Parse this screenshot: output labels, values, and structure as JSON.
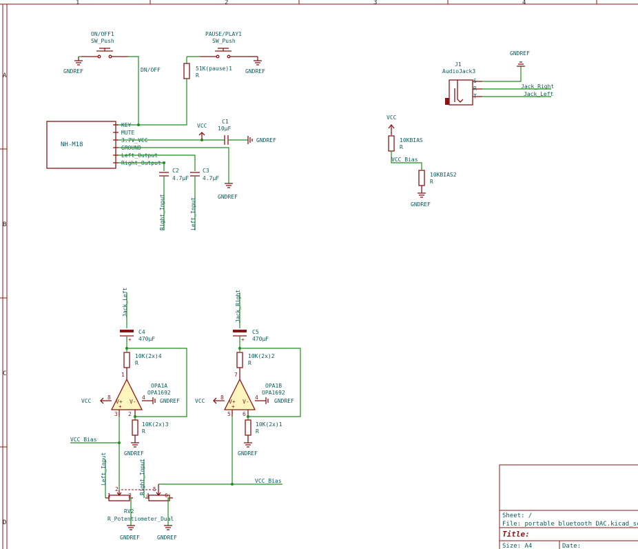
{
  "frame": {
    "columns": [
      "1",
      "2",
      "3",
      "4"
    ],
    "rows": [
      "A",
      "B",
      "C",
      "D"
    ]
  },
  "components": {
    "sw1": {
      "ref": "ON/OFF1",
      "value": "SW_Push"
    },
    "sw2": {
      "ref": "PAUSE/PLAY1",
      "value": "SW_Push"
    },
    "r_pause": {
      "ref": "51K(pause)1",
      "value": "R"
    },
    "module": {
      "ref": "NH-M18",
      "pins": [
        "KEY",
        "MUTE",
        "3.7V_VCC",
        "GROUND",
        "Left_Output",
        "Right_Output"
      ]
    },
    "c1": {
      "ref": "C1",
      "value": "10µF"
    },
    "c2": {
      "ref": "C2",
      "value": "4.7µF"
    },
    "c3": {
      "ref": "C3",
      "value": "4.7µF"
    },
    "j1": {
      "ref": "J1",
      "value": "AudioJack3",
      "pins": [
        "S",
        "R",
        "T"
      ]
    },
    "rbias1": {
      "ref": "10KBIAS",
      "value": "R"
    },
    "rbias2": {
      "ref": "10KBIAS2",
      "value": "R"
    },
    "c4": {
      "ref": "C4",
      "value": "470µF"
    },
    "c5": {
      "ref": "C5",
      "value": "470µF"
    },
    "r4": {
      "ref": "10K(2x)4",
      "value": "R"
    },
    "r3": {
      "ref": "10K(2x)3",
      "value": "R"
    },
    "r2": {
      "ref": "10K(2x)2",
      "value": "R"
    },
    "r1": {
      "ref": "10K(2x)1",
      "value": "R"
    },
    "opa_a": {
      "ref": "OPA1A",
      "value": "OPA1692"
    },
    "opa_b": {
      "ref": "OPA1B",
      "value": "OPA1692"
    },
    "rv2": {
      "ref": "RV2",
      "value": "R_Potentiometer_Dual"
    }
  },
  "nets": {
    "gnd": "GNDREF",
    "vcc": "VCC",
    "onoff": "DN/OFF",
    "vcc_bias": "VCC_Bias",
    "jack_right": "Jack_Right",
    "jack_left": "Jack_Left",
    "left_input": "Left_Input",
    "right_input": "Right_Input"
  },
  "pins": {
    "p1": "1",
    "p2": "2",
    "p3": "3",
    "p4": "4",
    "p5": "5",
    "p6": "6",
    "p7": "7",
    "p8": "8",
    "plus": "+",
    "vplus": "V+",
    "vminus": "V-"
  },
  "title_block": {
    "sheet": "Sheet: /",
    "file": "File: portable bluetooth DAC.kicad_sch",
    "title": "Title:",
    "size": "Size: A4",
    "date": "Date:"
  },
  "colors": {
    "wire": "#1e8c1e",
    "component": "#8a1414",
    "text": "#0a5a5a"
  }
}
